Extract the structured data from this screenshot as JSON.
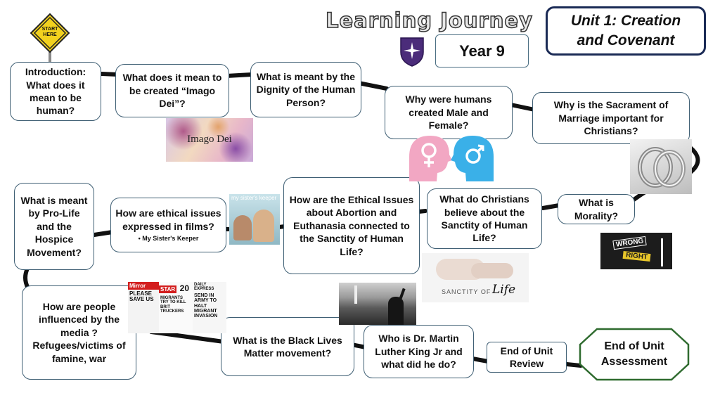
{
  "header": {
    "title": "Learning Journey",
    "year": "Year 9",
    "unit_line1": "Unit 1: Creation",
    "unit_line2": "and Covenant"
  },
  "start_sign": {
    "line1": "START",
    "line2": "HERE"
  },
  "steps": [
    {
      "id": "introduction",
      "text": "Introduction: What does it mean to be human?"
    },
    {
      "id": "imago-dei",
      "text": "What does it mean to be created “Imago Dei”?"
    },
    {
      "id": "dignity",
      "text": "What is meant by the Dignity of the Human Person?"
    },
    {
      "id": "male-female",
      "text": "Why were humans created Male and Female?"
    },
    {
      "id": "marriage",
      "text": "Why is the Sacrament of Marriage important for Christians?"
    },
    {
      "id": "morality",
      "text": "What is Morality?"
    },
    {
      "id": "sanctity",
      "text": "What do Christians believe about the Sanctity of Human Life?"
    },
    {
      "id": "abortion",
      "text": "How are the Ethical Issues about Abortion and Euthanasia connected to the Sanctity of Human Life?"
    },
    {
      "id": "films",
      "text": "How are ethical issues expressed in films?",
      "sub": "• My Sister's Keeper"
    },
    {
      "id": "pro-life",
      "text": "What is meant by Pro-Life and the Hospice Movement?"
    },
    {
      "id": "media",
      "text": "How are people influenced by the media ? Refugees/victims of famine, war"
    },
    {
      "id": "black-lives",
      "text": "What is the Black Lives Matter movement?"
    },
    {
      "id": "mlk",
      "text": "Who is Dr. Martin Luther King Jr and what did he do?"
    },
    {
      "id": "review",
      "text": "End of Unit Review"
    },
    {
      "id": "assessment",
      "text": "End of Unit Assessment"
    }
  ],
  "images": {
    "imago_dei": "Imago Dei",
    "film_poster": "my sister's keeper",
    "sanctity_word": "SANCTITY OF",
    "sanctity_script": "Life",
    "wrong": "WRONG",
    "right": "RIGHT",
    "news_headline_1": "PLEASE SAVE US",
    "news_headline_2": "MIGRANTS TRY TO KILL BRIT TRUCKERS",
    "news_headline_3": "SEND IN ARMY TO HALT MIGRANT INVASION",
    "news_masthead_1": "Mirror",
    "news_masthead_2": "STAR",
    "news_masthead_3": "DAILY EXPRESS",
    "news_number": "20"
  },
  "colors": {
    "box_border": "#3f5f74",
    "road": "#111111",
    "unit_border": "#1a2a55",
    "assessment_border": "#2f6b2f",
    "sign": "#f2d21e",
    "female": "#f2a7c3",
    "male": "#3ab0e8"
  }
}
